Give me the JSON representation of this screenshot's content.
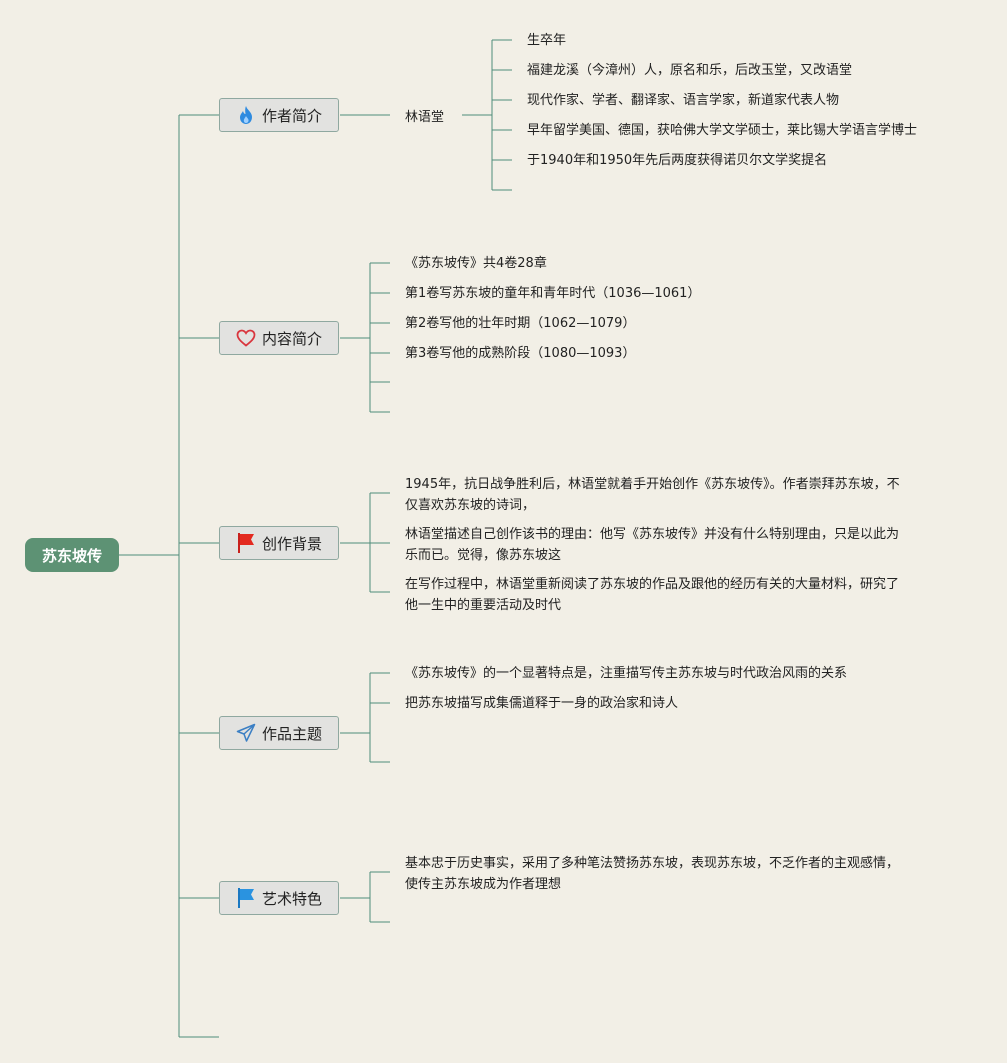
{
  "root": {
    "label": "苏东坡传"
  },
  "branches": [
    {
      "label": "作者简介",
      "icon": "flame-icon",
      "sub_label": "林语堂",
      "items": [
        "生卒年",
        "福建龙溪（今漳州）人，原名和乐，后改玉堂，又改语堂",
        "现代作家、学者、翻译家、语言学家，新道家代表人物",
        "早年留学美国、德国，获哈佛大学文学硕士，莱比锡大学语言学博士",
        "于1940年和1950年先后两度获得诺贝尔文学奖提名"
      ]
    },
    {
      "label": "内容简介",
      "icon": "heart-icon",
      "items": [
        "《苏东坡传》共4卷28章",
        "第1卷写苏东坡的童年和青年时代（1036—1061）",
        "第2卷写他的壮年时期（1062—1079）",
        "第3卷写他的成熟阶段（1080—1093）"
      ]
    },
    {
      "label": "创作背景",
      "icon": "red-flag-icon",
      "items": [
        "1945年，抗日战争胜利后，林语堂就着手开始创作《苏东坡传》。作者崇拜苏东坡，不仅喜欢苏东坡的诗词，",
        "林语堂描述自己创作该书的理由：他写《苏东坡传》并没有什么特别理由，只是以此为乐而已。觉得，像苏东坡这",
        "在写作过程中，林语堂重新阅读了苏东坡的作品及跟他的经历有关的大量材料，研究了他一生中的重要活动及时代"
      ]
    },
    {
      "label": "作品主题",
      "icon": "paper-plane-icon",
      "items": [
        "《苏东坡传》的一个显著特点是，注重描写传主苏东坡与时代政治风雨的关系",
        "把苏东坡描写成集儒道释于一身的政治家和诗人"
      ]
    },
    {
      "label": "艺术特色",
      "icon": "blue-flag-icon",
      "items": [
        "基本忠于历史事实，采用了多种笔法赞扬苏东坡，表现苏东坡，不乏作者的主观感情，使传主苏东坡成为作者理想"
      ]
    }
  ],
  "colors": {
    "background": "#f2efe6",
    "line": "#4f8c7a",
    "root": "#5d9274",
    "branch_fill": "#e2e2e0",
    "branch_border": "#8fa8a0"
  }
}
